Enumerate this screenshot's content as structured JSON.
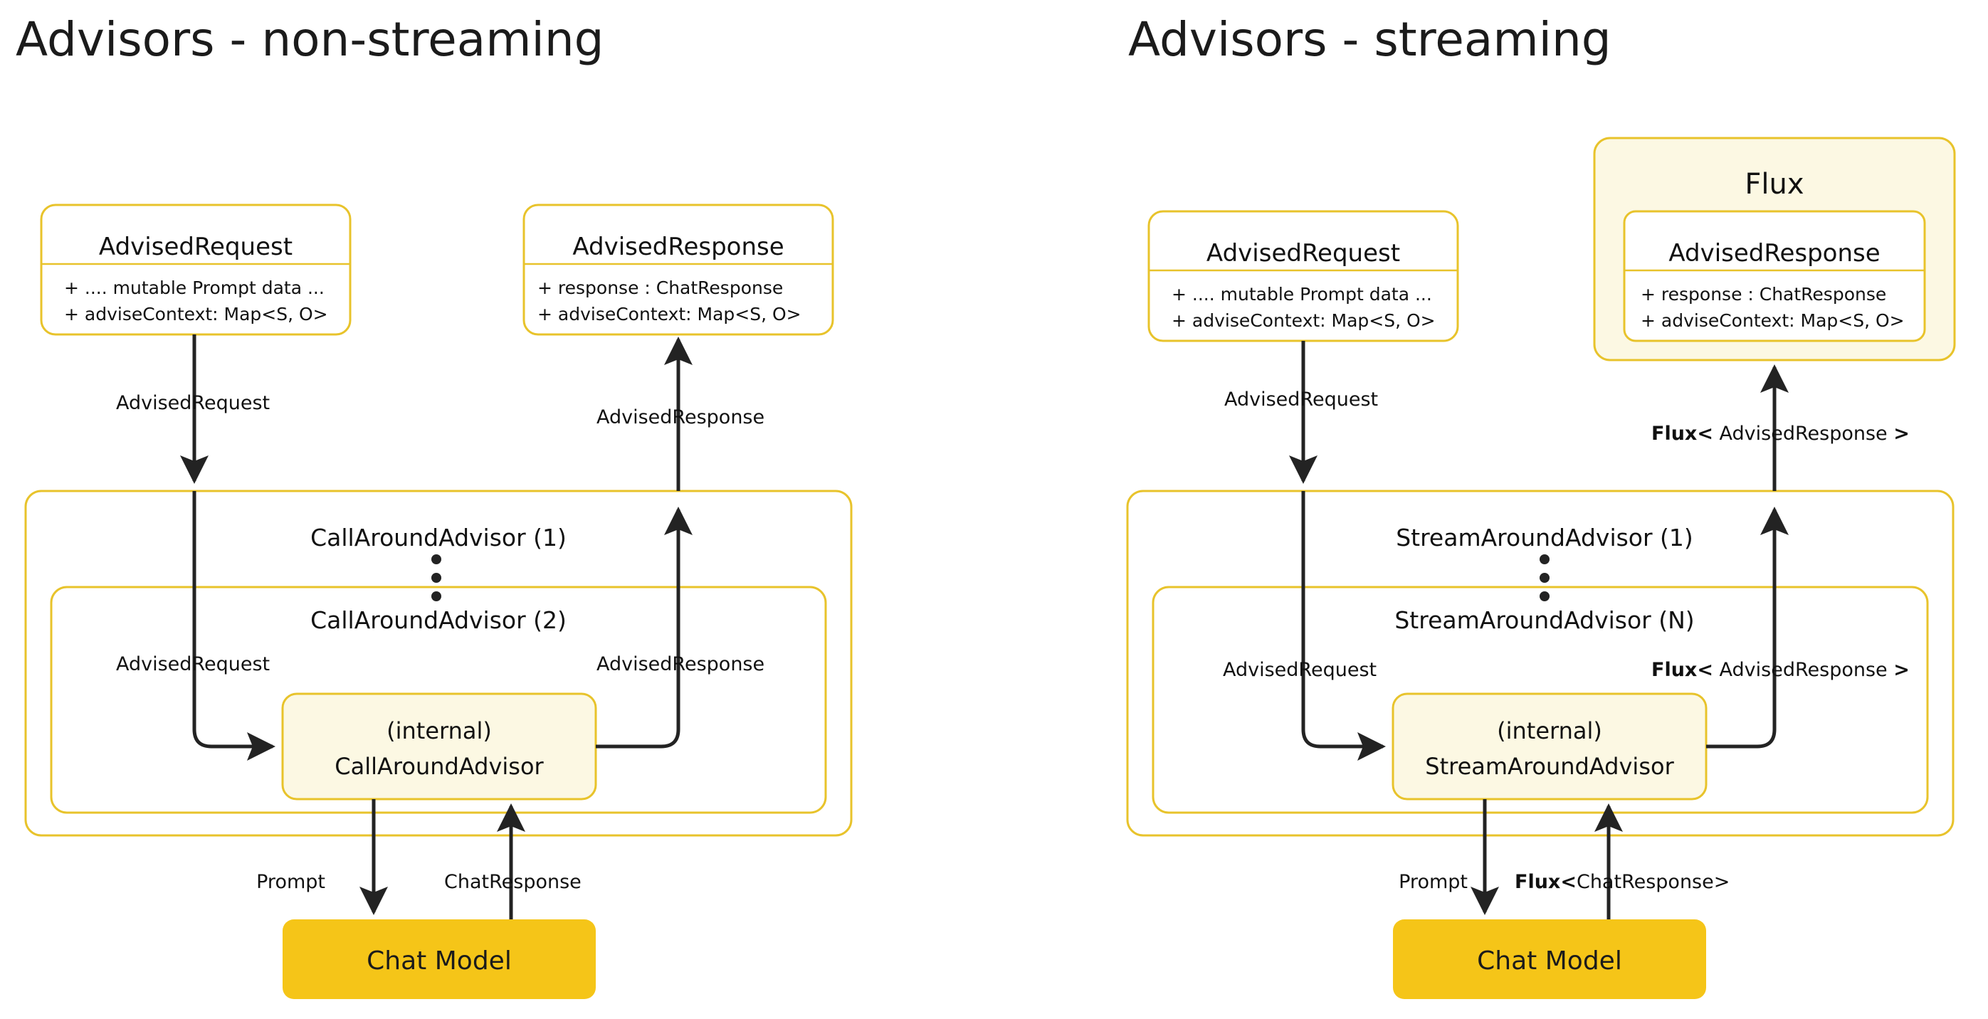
{
  "theme": {
    "accent_border": "#E8C32B",
    "accent_fill": "#FCF8E3",
    "chat_model_fill": "#F5C518",
    "text": "#111111",
    "arrow": "#232323",
    "background": "#FFFFFF"
  },
  "panels": [
    {
      "id": "non-streaming",
      "title": "Advisors - non-streaming",
      "request_class": {
        "name": "AdvisedRequest",
        "attributes": [
          "+ .... mutable Prompt data ...",
          "+ adviseContext: Map<S, O>"
        ]
      },
      "response_class": {
        "name": "AdvisedResponse",
        "attributes": [
          "+ response : ChatResponse",
          "+ adviseContext: Map<S, O>"
        ]
      },
      "response_wrapper": null,
      "outer_group_label": "CallAroundAdvisor (1)",
      "inner_group_label": "CallAroundAdvisor (2)",
      "internal_box": {
        "line1": "(internal)",
        "line2": "CallAroundAdvisor"
      },
      "chat_model_label": "Chat Model",
      "edges": {
        "top_request": "AdvisedRequest",
        "top_response": "AdvisedResponse",
        "inner_request": "AdvisedRequest",
        "inner_response": "AdvisedResponse",
        "model_down": "Prompt",
        "model_up_bold": "",
        "model_up": "ChatResponse"
      }
    },
    {
      "id": "streaming",
      "title": "Advisors - streaming",
      "request_class": {
        "name": "AdvisedRequest",
        "attributes": [
          "+ .... mutable Prompt data ...",
          "+ adviseContext: Map<S, O>"
        ]
      },
      "response_class": {
        "name": "AdvisedResponse",
        "attributes": [
          "+ response : ChatResponse",
          "+ adviseContext: Map<S, O>"
        ]
      },
      "response_wrapper": "Flux",
      "outer_group_label": "StreamAroundAdvisor (1)",
      "inner_group_label": "StreamAroundAdvisor (N)",
      "internal_box": {
        "line1": "(internal)",
        "line2": "StreamAroundAdvisor"
      },
      "chat_model_label": "Chat Model",
      "edges": {
        "top_request": "AdvisedRequest",
        "top_response_bold": "Flux<",
        "top_response": " AdvisedResponse ",
        "top_response_bold_end": ">",
        "inner_request": "AdvisedRequest",
        "inner_response_bold": "Flux<",
        "inner_response": " AdvisedResponse ",
        "inner_response_bold_end": ">",
        "model_down": "Prompt",
        "model_up_bold": "Flux<",
        "model_up": "ChatResponse>"
      }
    }
  ]
}
